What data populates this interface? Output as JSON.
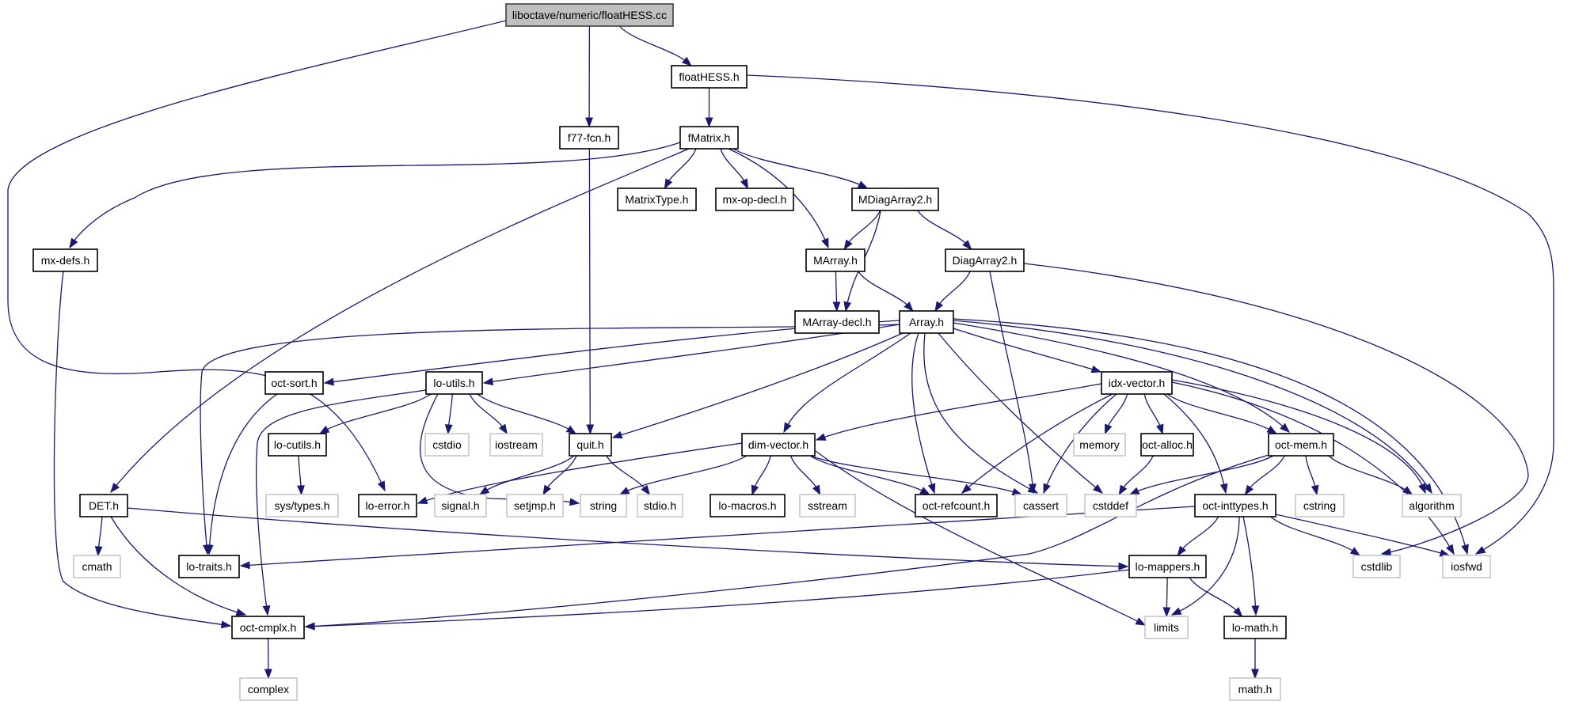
{
  "graph": {
    "title": "liboctave/numeric/floatHESS.cc",
    "colors": {
      "edge": "#191970",
      "root_fill": "#bfbfbf",
      "node_border": "#000000",
      "system_border": "#bfbfbf"
    },
    "nodes": [
      {
        "id": "root",
        "label": "liboctave/numeric/floatHESS.cc",
        "kind": "root"
      },
      {
        "id": "floatHESS_h",
        "label": "floatHESS.h",
        "kind": "project"
      },
      {
        "id": "f77_fcn_h",
        "label": "f77-fcn.h",
        "kind": "project"
      },
      {
        "id": "fMatrix_h",
        "label": "fMatrix.h",
        "kind": "project"
      },
      {
        "id": "MatrixType_h",
        "label": "MatrixType.h",
        "kind": "project"
      },
      {
        "id": "mx_op_decl_h",
        "label": "mx-op-decl.h",
        "kind": "project"
      },
      {
        "id": "MDiagArray2_h",
        "label": "MDiagArray2.h",
        "kind": "project"
      },
      {
        "id": "mx_defs_h",
        "label": "mx-defs.h",
        "kind": "project"
      },
      {
        "id": "MArray_h",
        "label": "MArray.h",
        "kind": "project"
      },
      {
        "id": "DiagArray2_h",
        "label": "DiagArray2.h",
        "kind": "project"
      },
      {
        "id": "MArray_decl_h",
        "label": "MArray-decl.h",
        "kind": "project"
      },
      {
        "id": "Array_h",
        "label": "Array.h",
        "kind": "project"
      },
      {
        "id": "oct_sort_h",
        "label": "oct-sort.h",
        "kind": "project"
      },
      {
        "id": "lo_utils_h",
        "label": "lo-utils.h",
        "kind": "project"
      },
      {
        "id": "idx_vector_h",
        "label": "idx-vector.h",
        "kind": "project"
      },
      {
        "id": "lo_cutils_h",
        "label": "lo-cutils.h",
        "kind": "project"
      },
      {
        "id": "cstdio",
        "label": "cstdio",
        "kind": "system"
      },
      {
        "id": "iostream",
        "label": "iostream",
        "kind": "system"
      },
      {
        "id": "quit_h",
        "label": "quit.h",
        "kind": "project"
      },
      {
        "id": "dim_vector_h",
        "label": "dim-vector.h",
        "kind": "project"
      },
      {
        "id": "memory",
        "label": "memory",
        "kind": "system"
      },
      {
        "id": "oct_alloc_h",
        "label": "oct-alloc.h",
        "kind": "project"
      },
      {
        "id": "oct_mem_h",
        "label": "oct-mem.h",
        "kind": "project"
      },
      {
        "id": "DET_h",
        "label": "DET.h",
        "kind": "project"
      },
      {
        "id": "sys_types_h",
        "label": "sys/types.h",
        "kind": "system"
      },
      {
        "id": "lo_error_h",
        "label": "lo-error.h",
        "kind": "project"
      },
      {
        "id": "signal_h",
        "label": "signal.h",
        "kind": "system"
      },
      {
        "id": "setjmp_h",
        "label": "setjmp.h",
        "kind": "system"
      },
      {
        "id": "string",
        "label": "string",
        "kind": "system"
      },
      {
        "id": "stdio_h",
        "label": "stdio.h",
        "kind": "system"
      },
      {
        "id": "lo_macros_h",
        "label": "lo-macros.h",
        "kind": "project"
      },
      {
        "id": "sstream",
        "label": "sstream",
        "kind": "system"
      },
      {
        "id": "oct_refcount_h",
        "label": "oct-refcount.h",
        "kind": "project"
      },
      {
        "id": "cassert",
        "label": "cassert",
        "kind": "system"
      },
      {
        "id": "cstddef",
        "label": "cstddef",
        "kind": "system"
      },
      {
        "id": "oct_inttypes_h",
        "label": "oct-inttypes.h",
        "kind": "project"
      },
      {
        "id": "cstring",
        "label": "cstring",
        "kind": "system"
      },
      {
        "id": "algorithm",
        "label": "algorithm",
        "kind": "system"
      },
      {
        "id": "cmath",
        "label": "cmath",
        "kind": "system"
      },
      {
        "id": "lo_traits_h",
        "label": "lo-traits.h",
        "kind": "project"
      },
      {
        "id": "lo_mappers_h",
        "label": "lo-mappers.h",
        "kind": "project"
      },
      {
        "id": "cstdlib",
        "label": "cstdlib",
        "kind": "system"
      },
      {
        "id": "iosfwd",
        "label": "iosfwd",
        "kind": "system"
      },
      {
        "id": "oct_cmplx_h",
        "label": "oct-cmplx.h",
        "kind": "project"
      },
      {
        "id": "limits",
        "label": "limits",
        "kind": "system"
      },
      {
        "id": "lo_math_h",
        "label": "lo-math.h",
        "kind": "project"
      },
      {
        "id": "complex",
        "label": "complex",
        "kind": "system"
      },
      {
        "id": "math_h",
        "label": "math.h",
        "kind": "system"
      }
    ],
    "edges": [
      [
        "root",
        "floatHESS_h"
      ],
      [
        "root",
        "f77_fcn_h"
      ],
      [
        "root",
        "lo_error_h"
      ],
      [
        "floatHESS_h",
        "fMatrix_h"
      ],
      [
        "floatHESS_h",
        "iosfwd"
      ],
      [
        "f77_fcn_h",
        "quit_h"
      ],
      [
        "fMatrix_h",
        "MatrixType_h"
      ],
      [
        "fMatrix_h",
        "mx_op_decl_h"
      ],
      [
        "fMatrix_h",
        "MDiagArray2_h"
      ],
      [
        "fMatrix_h",
        "MArray_h"
      ],
      [
        "fMatrix_h",
        "mx_defs_h"
      ],
      [
        "fMatrix_h",
        "DET_h"
      ],
      [
        "mx_defs_h",
        "oct_cmplx_h"
      ],
      [
        "MDiagArray2_h",
        "MArray_h"
      ],
      [
        "MDiagArray2_h",
        "DiagArray2_h"
      ],
      [
        "MDiagArray2_h",
        "MArray_decl_h"
      ],
      [
        "MArray_h",
        "MArray_decl_h"
      ],
      [
        "MArray_h",
        "Array_h"
      ],
      [
        "DiagArray2_h",
        "Array_h"
      ],
      [
        "DiagArray2_h",
        "cassert"
      ],
      [
        "DiagArray2_h",
        "cstdlib"
      ],
      [
        "Array_h",
        "oct_sort_h"
      ],
      [
        "Array_h",
        "lo_utils_h"
      ],
      [
        "Array_h",
        "lo_traits_h"
      ],
      [
        "Array_h",
        "quit_h"
      ],
      [
        "Array_h",
        "dim_vector_h"
      ],
      [
        "Array_h",
        "oct_refcount_h"
      ],
      [
        "Array_h",
        "cassert"
      ],
      [
        "Array_h",
        "cstddef"
      ],
      [
        "Array_h",
        "idx_vector_h"
      ],
      [
        "Array_h",
        "oct_mem_h"
      ],
      [
        "Array_h",
        "algorithm"
      ],
      [
        "Array_h",
        "iosfwd"
      ],
      [
        "oct_sort_h",
        "lo_traits_h"
      ],
      [
        "lo_utils_h",
        "lo_cutils_h"
      ],
      [
        "lo_utils_h",
        "cstdio"
      ],
      [
        "lo_utils_h",
        "iostream"
      ],
      [
        "lo_utils_h",
        "quit_h"
      ],
      [
        "lo_utils_h",
        "oct_cmplx_h"
      ],
      [
        "lo_utils_h",
        "string"
      ],
      [
        "lo_cutils_h",
        "sys_types_h"
      ],
      [
        "quit_h",
        "signal_h"
      ],
      [
        "quit_h",
        "setjmp_h"
      ],
      [
        "quit_h",
        "stdio_h"
      ],
      [
        "dim_vector_h",
        "lo_error_h"
      ],
      [
        "dim_vector_h",
        "string"
      ],
      [
        "dim_vector_h",
        "lo_macros_h"
      ],
      [
        "dim_vector_h",
        "sstream"
      ],
      [
        "dim_vector_h",
        "oct_refcount_h"
      ],
      [
        "dim_vector_h",
        "cassert"
      ],
      [
        "dim_vector_h",
        "limits"
      ],
      [
        "idx_vector_h",
        "dim_vector_h"
      ],
      [
        "idx_vector_h",
        "oct_refcount_h"
      ],
      [
        "idx_vector_h",
        "cassert"
      ],
      [
        "idx_vector_h",
        "memory"
      ],
      [
        "idx_vector_h",
        "oct_alloc_h"
      ],
      [
        "idx_vector_h",
        "oct_mem_h"
      ],
      [
        "idx_vector_h",
        "oct_inttypes_h"
      ],
      [
        "idx_vector_h",
        "algorithm"
      ],
      [
        "idx_vector_h",
        "iosfwd"
      ],
      [
        "oct_alloc_h",
        "cstddef"
      ],
      [
        "oct_mem_h",
        "cstddef"
      ],
      [
        "oct_mem_h",
        "oct_inttypes_h"
      ],
      [
        "oct_mem_h",
        "cstring"
      ],
      [
        "oct_mem_h",
        "algorithm"
      ],
      [
        "oct_mem_h",
        "oct_cmplx_h"
      ],
      [
        "oct_inttypes_h",
        "lo_traits_h"
      ],
      [
        "oct_inttypes_h",
        "lo_mappers_h"
      ],
      [
        "oct_inttypes_h",
        "limits"
      ],
      [
        "oct_inttypes_h",
        "lo_math_h"
      ],
      [
        "oct_inttypes_h",
        "cstdlib"
      ],
      [
        "oct_inttypes_h",
        "iosfwd"
      ],
      [
        "DET_h",
        "cmath"
      ],
      [
        "DET_h",
        "oct_cmplx_h"
      ],
      [
        "DET_h",
        "lo_mappers_h"
      ],
      [
        "lo_mappers_h",
        "oct_cmplx_h"
      ],
      [
        "lo_mappers_h",
        "limits"
      ],
      [
        "lo_mappers_h",
        "lo_math_h"
      ],
      [
        "oct_cmplx_h",
        "complex"
      ],
      [
        "lo_math_h",
        "math_h"
      ]
    ]
  }
}
